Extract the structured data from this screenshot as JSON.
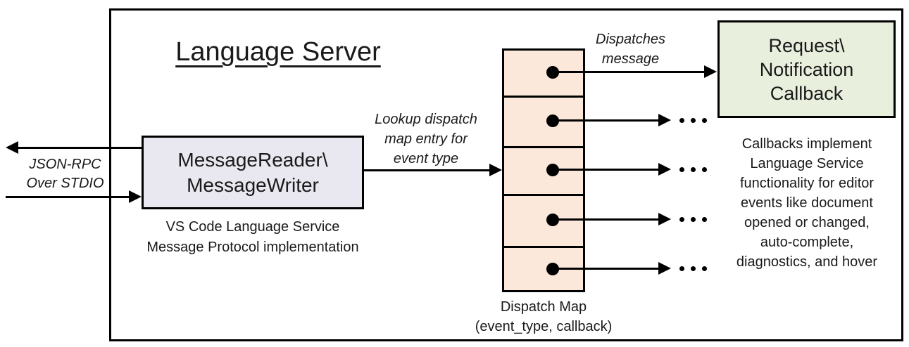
{
  "diagram": {
    "title": "Language Server",
    "io_label": "JSON-RPC\nOver STDIO",
    "reader_box": {
      "line1": "MessageReader\\",
      "line2": "MessageWriter",
      "caption": "VS Code Language Service\nMessage Protocol implementation"
    },
    "lookup_label": "Lookup dispatch\nmap entry for\nevent type",
    "dispatches_label": "Dispatches\nmessage",
    "callback_box_label": "Request\\\nNotification\nCallback",
    "callback_caption": "Callbacks implement\nLanguage Service\nfunctionality for editor\nevents like document\nopened or changed,\nauto-complete,\ndiagnostics, and hover",
    "dispatch_map": {
      "caption": "Dispatch Map\n(event_type, callback)",
      "entry_count": 5
    },
    "colors": {
      "reader_fill": "#e9e7ef",
      "dispatch_map_fill": "#fbe8da",
      "callback_fill": "#e9efdd",
      "line": "#000000",
      "background": "#ffffff"
    }
  }
}
